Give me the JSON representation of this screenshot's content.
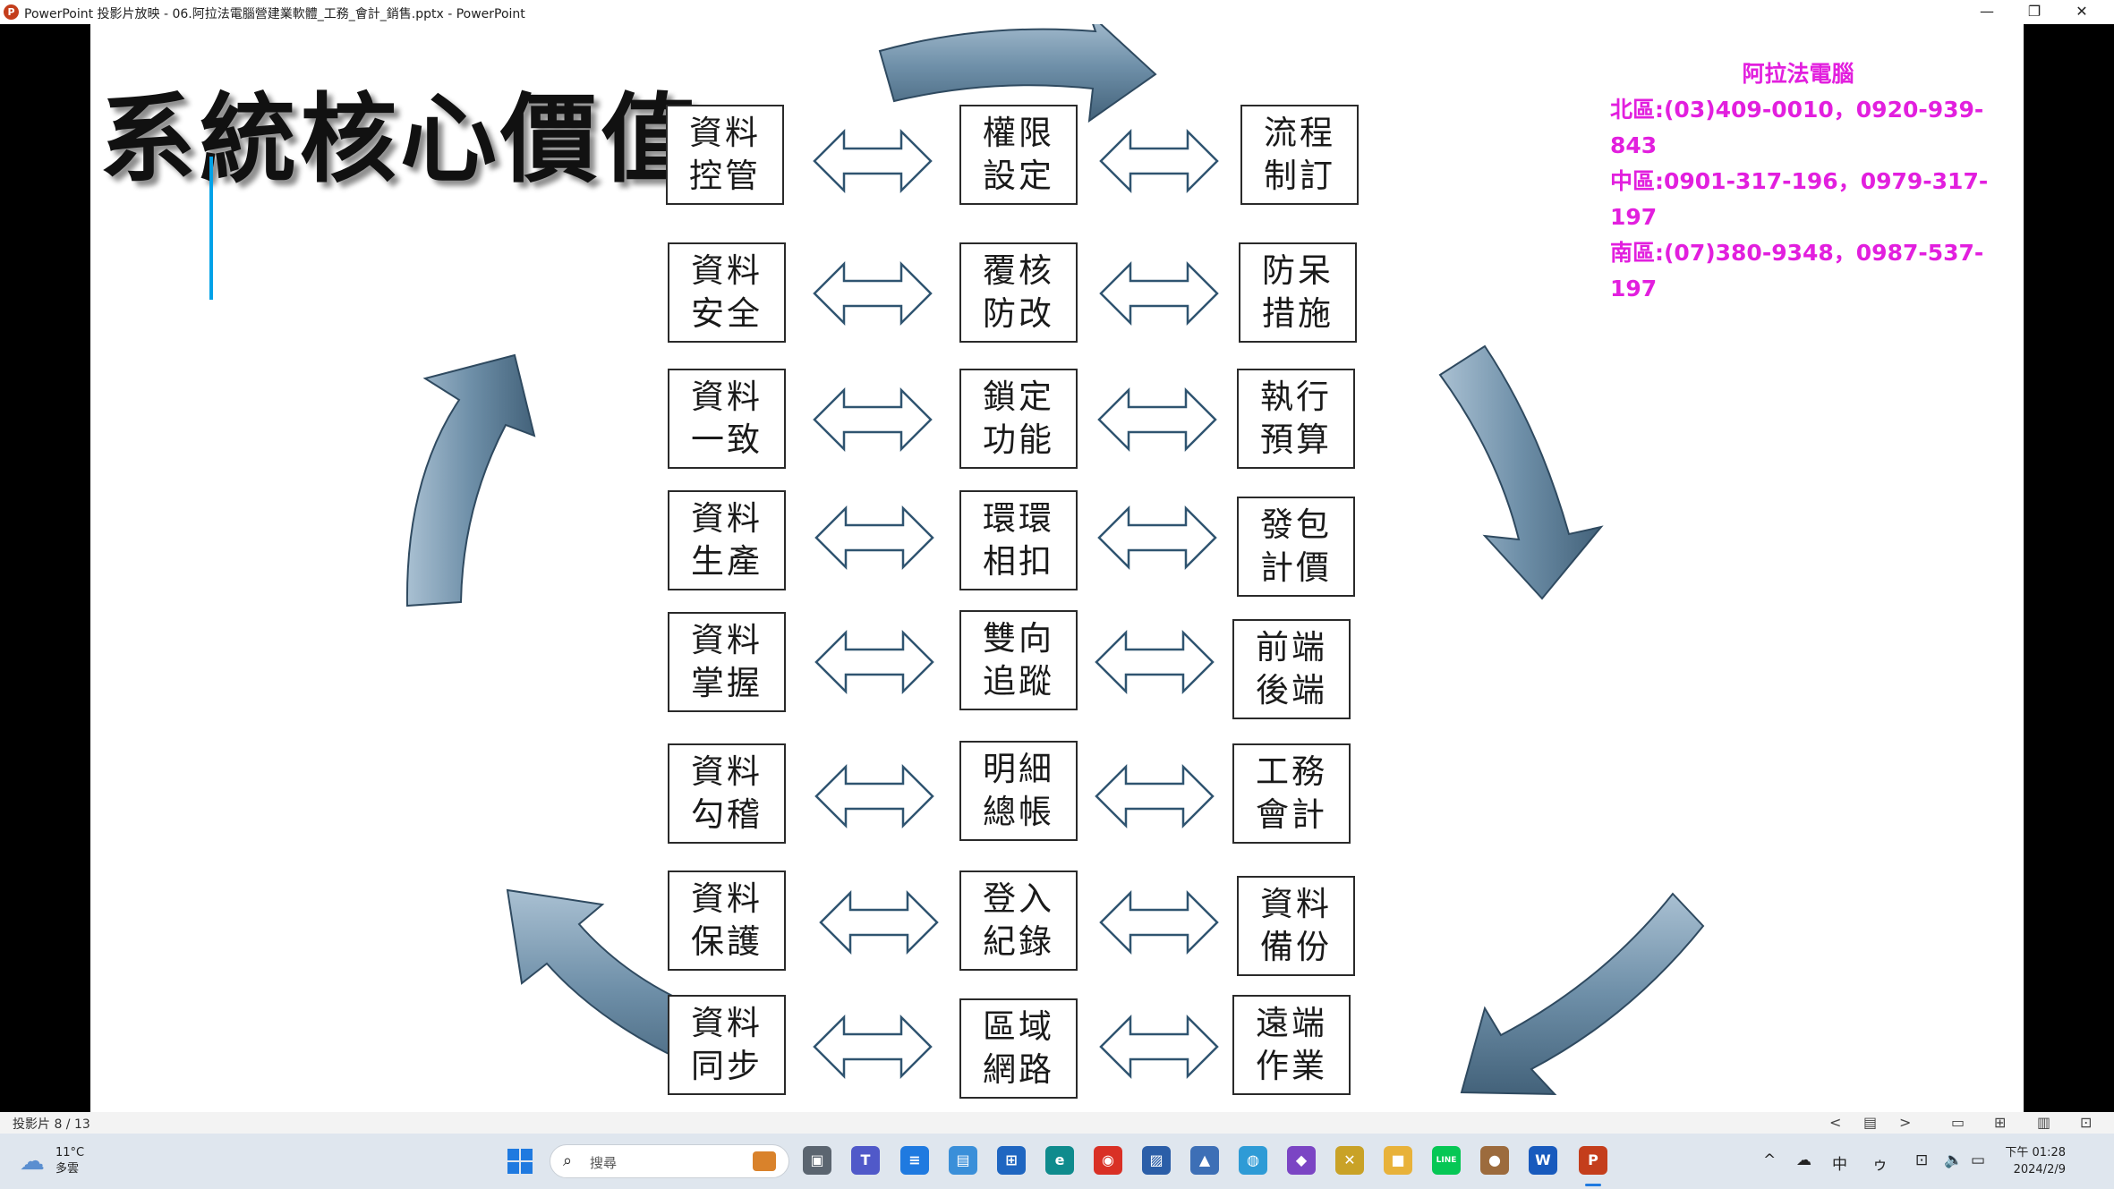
{
  "window": {
    "title": "PowerPoint 投影片放映 - 06.阿拉法電腦營建業軟體_工務_會計_銷售.pptx - PowerPoint",
    "app_icon_letter": "P",
    "minimize_glyph": "—",
    "restore_glyph": "❐",
    "close_glyph": "✕"
  },
  "slide": {
    "title": "系統核心價值",
    "contact": {
      "company": "阿拉法電腦",
      "north": "北區:(03)409-0010，0920-939-843",
      "central": "中區:0901-317-196，0979-317-197",
      "south": "南區:(07)380-9348，0987-537-197",
      "color": "#e21fde"
    },
    "rows": [
      {
        "left": [
          "資料",
          "控管"
        ],
        "center": [
          "權限",
          "設定"
        ],
        "right": [
          "流程",
          "制訂"
        ]
      },
      {
        "left": [
          "資料",
          "安全"
        ],
        "center": [
          "覆核",
          "防改"
        ],
        "right": [
          "防呆",
          "措施"
        ]
      },
      {
        "left": [
          "資料",
          "一致"
        ],
        "center": [
          "鎖定",
          "功能"
        ],
        "right": [
          "執行",
          "預算"
        ]
      },
      {
        "left": [
          "資料",
          "生產"
        ],
        "center": [
          "環環",
          "相扣"
        ],
        "right": [
          "發包",
          "計價"
        ]
      },
      {
        "left": [
          "資料",
          "掌握"
        ],
        "center": [
          "雙向",
          "追蹤"
        ],
        "right": [
          "前端",
          "後端"
        ]
      },
      {
        "left": [
          "資料",
          "勾稽"
        ],
        "center": [
          "明細",
          "總帳"
        ],
        "right": [
          "工務",
          "會計"
        ]
      },
      {
        "left": [
          "資料",
          "保護"
        ],
        "center": [
          "登入",
          "紀錄"
        ],
        "right": [
          "資料",
          "備份"
        ]
      },
      {
        "left": [
          "資料",
          "同步"
        ],
        "center": [
          "區域",
          "網路"
        ],
        "right": [
          "遠端",
          "作業"
        ]
      }
    ],
    "arrow_color": "#6e8fa8"
  },
  "statusbar": {
    "slide_counter": "投影片 8 / 13",
    "prev_glyph": "<",
    "notes_glyph": "▤",
    "next_glyph": ">",
    "view_icons": [
      "▭",
      "⊞",
      "▥",
      "⊡"
    ]
  },
  "taskbar": {
    "weather_temp": "11°C",
    "weather_desc": "多雲",
    "search_placeholder": "搜尋",
    "apps": [
      {
        "name": "task-view",
        "label": "▣",
        "color": "#5b6570"
      },
      {
        "name": "teams",
        "label": "T",
        "color": "#5059c9"
      },
      {
        "name": "notepad",
        "label": "≡",
        "color": "#1f7ae0"
      },
      {
        "name": "control-panel",
        "label": "▤",
        "color": "#3a8fd9"
      },
      {
        "name": "store",
        "label": "⊞",
        "color": "#1f66c1"
      },
      {
        "name": "edge",
        "label": "e",
        "color": "#0f8b8d"
      },
      {
        "name": "chrome",
        "label": "◉",
        "color": "#d93025"
      },
      {
        "name": "photos",
        "label": "▨",
        "color": "#2b5ea8"
      },
      {
        "name": "chart-app",
        "label": "▲",
        "color": "#3d6fb6"
      },
      {
        "name": "globe",
        "label": "◍",
        "color": "#2e9bd6"
      },
      {
        "name": "visual-studio",
        "label": "◆",
        "color": "#7b45c4"
      },
      {
        "name": "tools",
        "label": "✕",
        "color": "#c9a227"
      },
      {
        "name": "file-explorer",
        "label": "■",
        "color": "#e8b23a"
      },
      {
        "name": "line",
        "label": "LINE",
        "color": "#06c755"
      },
      {
        "name": "ball-app",
        "label": "●",
        "color": "#9c6b3d"
      },
      {
        "name": "word",
        "label": "W",
        "color": "#185abd"
      },
      {
        "name": "powerpoint",
        "label": "P",
        "color": "#c43e1c"
      }
    ],
    "tray": [
      "^",
      "☁",
      "中",
      "ゥ",
      "⊡",
      "🔈",
      "▭"
    ],
    "clock_time": "下午 01:28",
    "clock_date": "2024/2/9"
  }
}
